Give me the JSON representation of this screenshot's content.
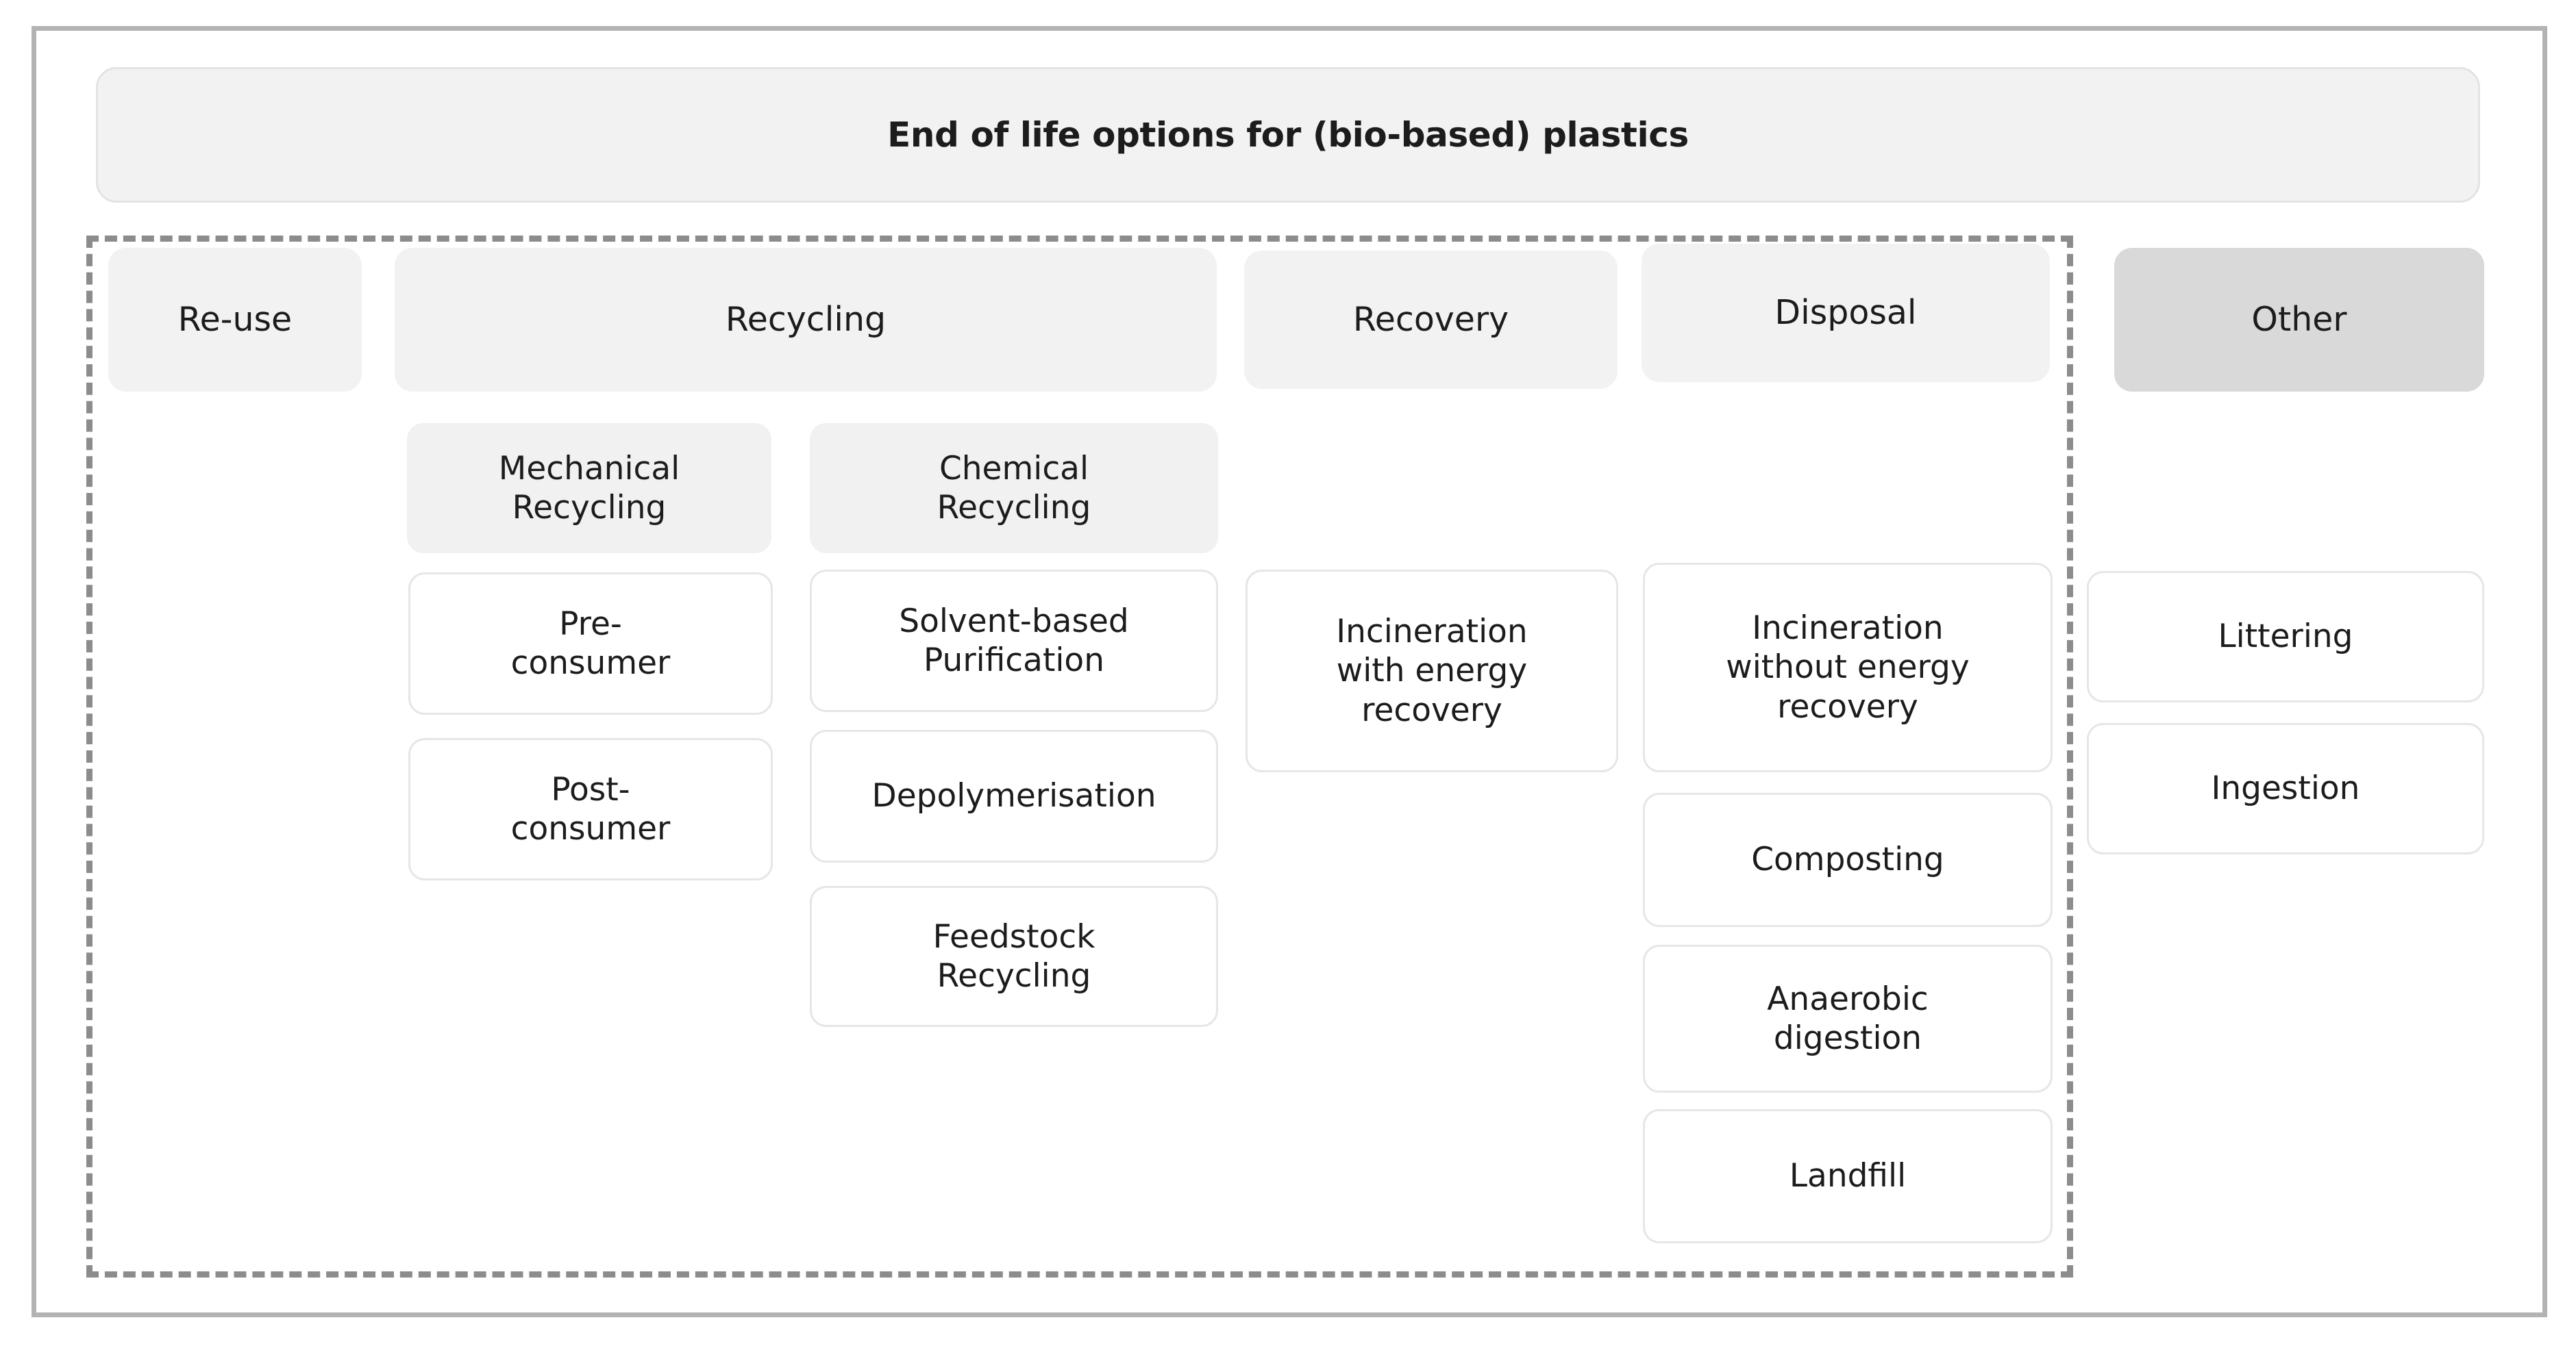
{
  "diagram": {
    "title": "End of life options for (bio-based) plastics",
    "categories": [
      {
        "id": "re-use",
        "label": "Re-use"
      },
      {
        "id": "recycling",
        "label": "Recycling"
      },
      {
        "id": "recovery",
        "label": "Recovery"
      },
      {
        "id": "disposal",
        "label": "Disposal"
      },
      {
        "id": "other",
        "label": "Other"
      }
    ],
    "subcategories": [
      {
        "id": "mechanical-recycling",
        "label": "Mechanical\nRecycling",
        "parent": "recycling"
      },
      {
        "id": "chemical-recycling",
        "label": "Chemical\nRecycling",
        "parent": "recycling"
      }
    ],
    "options": [
      {
        "id": "pre-consumer",
        "label": "Pre-\nconsumer",
        "parent": "mechanical-recycling"
      },
      {
        "id": "post-consumer",
        "label": "Post-\nconsumer",
        "parent": "mechanical-recycling"
      },
      {
        "id": "solvent-based-purification",
        "label": "Solvent-based\nPurification",
        "parent": "chemical-recycling"
      },
      {
        "id": "depolymerisation",
        "label": "Depolymerisation",
        "parent": "chemical-recycling"
      },
      {
        "id": "feedstock-recycling",
        "label": "Feedstock\nRecycling",
        "parent": "chemical-recycling"
      },
      {
        "id": "incineration-with-energy-recovery",
        "label": "Incineration\nwith energy\nrecovery",
        "parent": "recovery"
      },
      {
        "id": "incineration-without-energy-recovery",
        "label": "Incineration\nwithout energy\nrecovery",
        "parent": "disposal"
      },
      {
        "id": "composting",
        "label": "Composting",
        "parent": "disposal"
      },
      {
        "id": "anaerobic-digestion",
        "label": "Anaerobic\ndigestion",
        "parent": "disposal"
      },
      {
        "id": "landfill",
        "label": "Landfill",
        "parent": "disposal"
      },
      {
        "id": "littering",
        "label": "Littering",
        "parent": "other"
      },
      {
        "id": "ingestion",
        "label": "Ingestion",
        "parent": "other"
      }
    ],
    "colors": {
      "frame_border": "#b3b3b3",
      "dashed_border": "#8c8c8c",
      "header_fill": "#f2f2f2",
      "other_fill": "#d9d9d9",
      "sub_fill": "#f1f1f1",
      "leaf_fill": "#ffffff",
      "leaf_border": "#e6e6e6",
      "text": "#1c1c1c"
    }
  }
}
